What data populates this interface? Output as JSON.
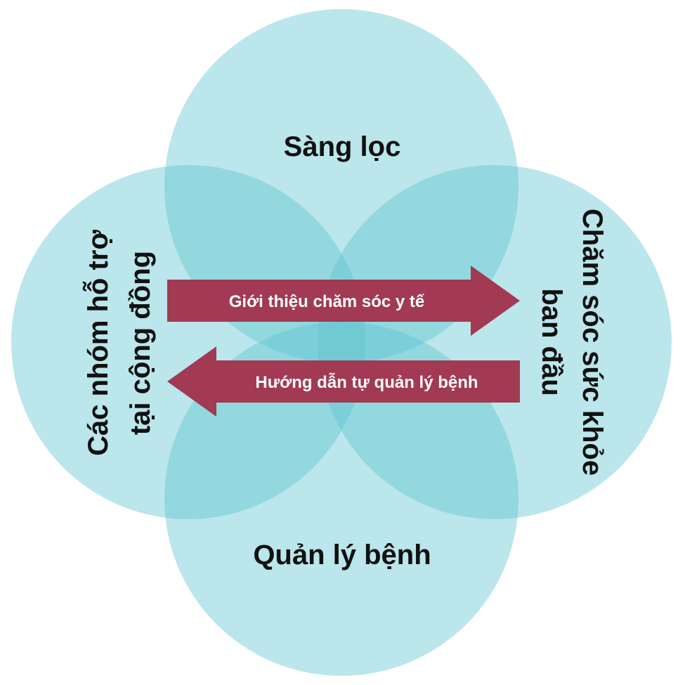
{
  "colors": {
    "circle_fill": "#5ec3cf",
    "arrow_fill": "#a13a52",
    "label_color": "#111111",
    "arrow_text_color": "#ffffff"
  },
  "circles": {
    "top": {
      "label": "Sàng lọc"
    },
    "bottom": {
      "label": "Quản lý bệnh"
    },
    "left": {
      "line1": "Các nhóm hỗ trợ",
      "line2": "tại cộng đồng"
    },
    "right": {
      "line1": "Chăm sóc sức khỏe",
      "line2": "ban đầu"
    }
  },
  "arrows": {
    "forward": {
      "label": "Giới thiệu chăm sóc y tế",
      "direction": "right"
    },
    "backward": {
      "label": "Hướng dẫn tự quản lý bệnh",
      "direction": "left"
    }
  }
}
